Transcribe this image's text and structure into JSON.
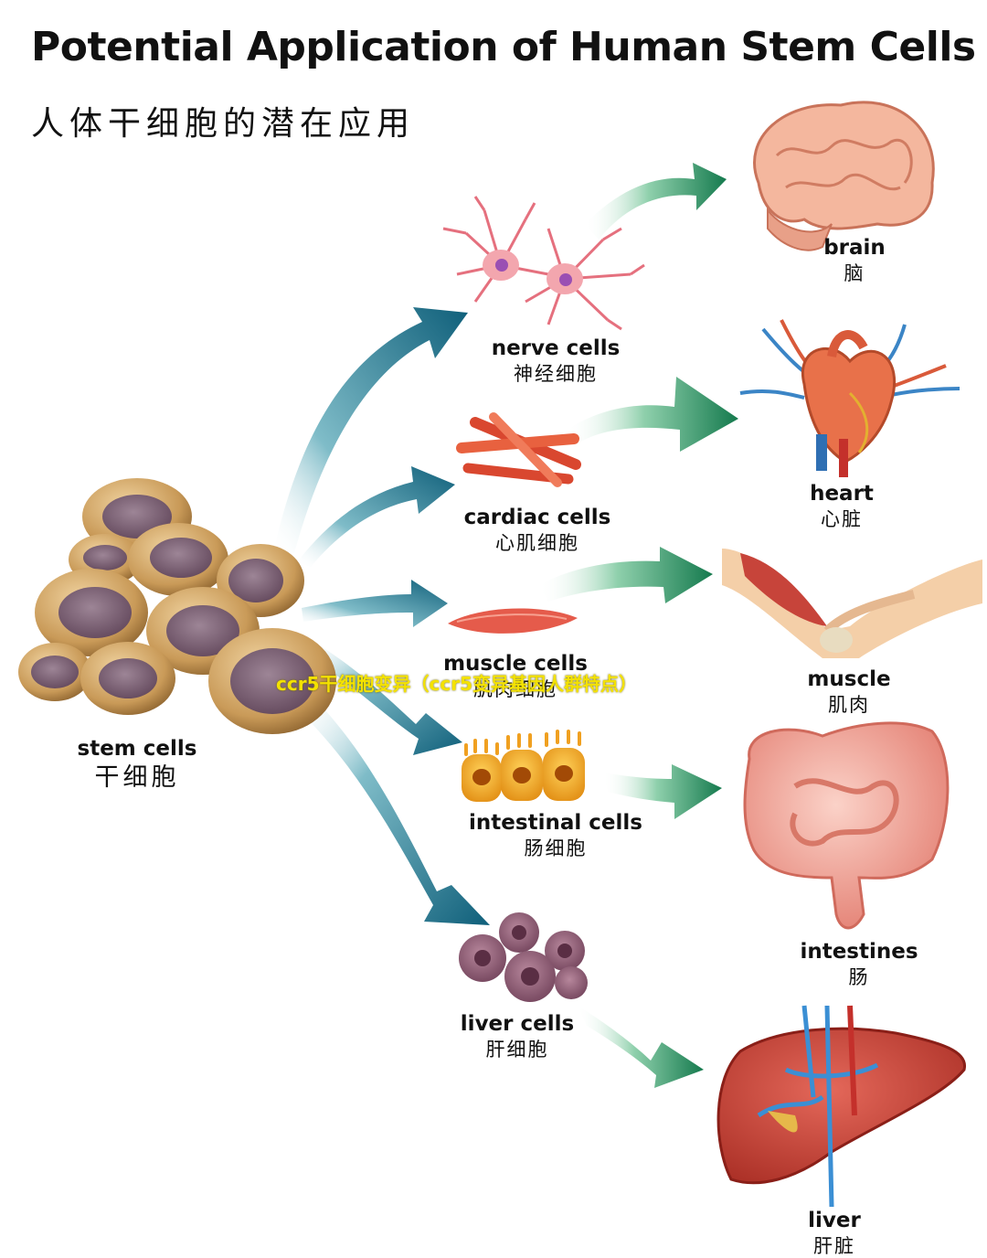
{
  "title": "Potential Application of Human Stem Cells",
  "subtitle": "人体干细胞的潜在应用",
  "stem": {
    "en": "stem cells",
    "zh": "干细胞"
  },
  "cells": [
    {
      "en": "nerve cells",
      "zh": "神经细胞"
    },
    {
      "en": "cardiac cells",
      "zh": "心肌细胞"
    },
    {
      "en": "muscle cells",
      "zh": "肌肉细胞"
    },
    {
      "en": "intestinal cells",
      "zh": "肠细胞"
    },
    {
      "en": "liver cells",
      "zh": "肝细胞"
    }
  ],
  "organs": [
    {
      "en": "brain",
      "zh": "脑"
    },
    {
      "en": "heart",
      "zh": "心脏"
    },
    {
      "en": "muscle",
      "zh": "肌肉"
    },
    {
      "en": "intestines",
      "zh": "肠"
    },
    {
      "en": "liver",
      "zh": "肝脏"
    }
  ],
  "watermark": "ccr5干细胞变异（ccr5变异基因人群特点）",
  "colors": {
    "arrow_teal": "#0f5f7a",
    "arrow_green": "#157a4e",
    "stem_cell": "#c89a5a",
    "nucleus": "#7a5a6e",
    "organ_pink": "#f2a59a",
    "liver_red": "#c0392b"
  }
}
